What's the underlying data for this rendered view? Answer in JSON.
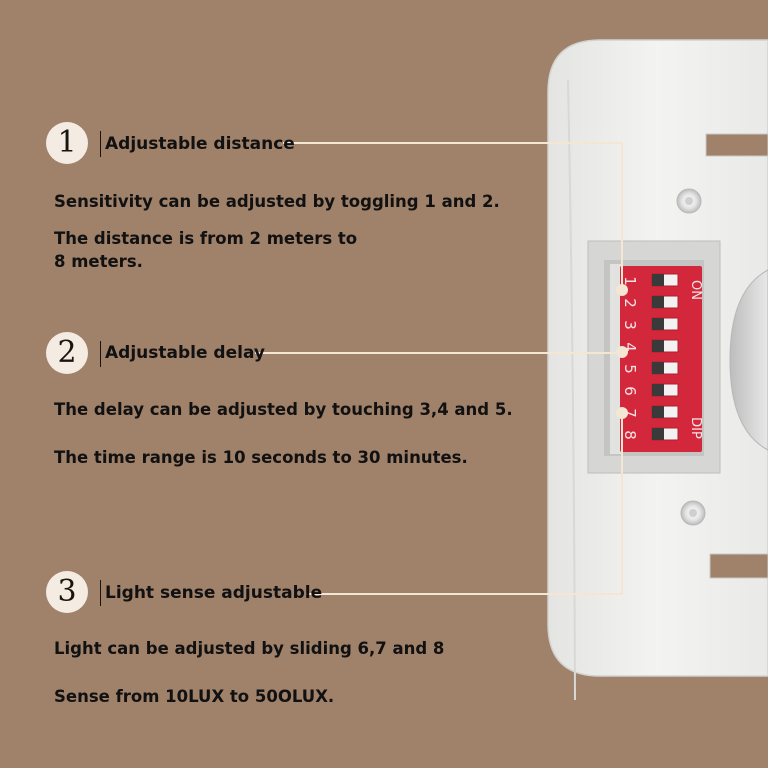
{
  "features": [
    {
      "number": "1",
      "title": "Adjustable distance",
      "lines": [
        "Sensitivity can be adjusted by toggling 1 and 2.",
        "The distance is from 2 meters to 8 meters."
      ]
    },
    {
      "number": "2",
      "title": "Adjustable delay",
      "lines": [
        "The delay can be adjusted by touching 3,4 and 5.",
        "The time range is 10 seconds to 30 minutes."
      ]
    },
    {
      "number": "3",
      "title": "Light sense adjustable",
      "lines": [
        "Light can be adjusted by sliding 6,7 and 8",
        "Sense from 10LUX to 50OLUX."
      ]
    }
  ],
  "dip_switch": {
    "on_label": "ON",
    "dip_label": "DIP",
    "positions": [
      "1",
      "2",
      "3",
      "4",
      "5",
      "6",
      "7",
      "8"
    ]
  },
  "colors": {
    "background": "#a0816a",
    "housing": "#eeeeec",
    "switch_body": "#d3283c",
    "callout_line": "#f3e6d3"
  }
}
